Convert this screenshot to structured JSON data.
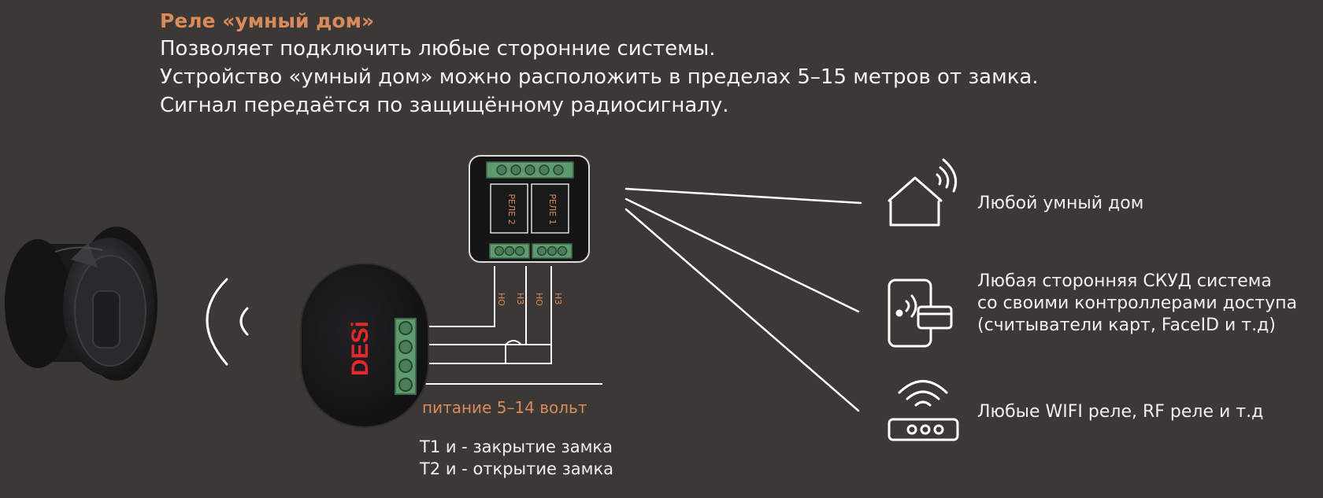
{
  "header": {
    "title": "Реле «умный дом»",
    "lines": [
      "Позволяет подключить любые сторонние системы.",
      "Устройство «умный дом» можно расположить в пределах 5–15 метров от замка.",
      "Сигнал передаётся по защищённому радиосигналу."
    ]
  },
  "relay": {
    "relay2_label": "РЕЛЕ 2",
    "relay1_label": "РЕЛЕ 1",
    "terminal_labels": [
      "НО",
      "НЗ",
      "НО",
      "НЗ"
    ]
  },
  "controller": {
    "brand": "DESi",
    "power_label": "питание 5–14 вольт",
    "wire_notes": [
      "T1 и - закрытие замка",
      "T2 и - открытие замка"
    ]
  },
  "targets": [
    {
      "icon": "smart-home-icon",
      "lines": [
        "Любой умный дом"
      ]
    },
    {
      "icon": "access-control-icon",
      "lines": [
        "Любая сторонняя СКУД система",
        "со своими контроллерами доступа",
        "(считыватели карт, FaceID и т.д)"
      ]
    },
    {
      "icon": "wifi-router-icon",
      "lines": [
        "Любые WIFI реле, RF реле и т.д"
      ]
    }
  ],
  "colors": {
    "background": "#3b3836",
    "accent": "#d98b5c",
    "brand_red": "#e5282b",
    "terminal_green": "#5f9a6e"
  }
}
